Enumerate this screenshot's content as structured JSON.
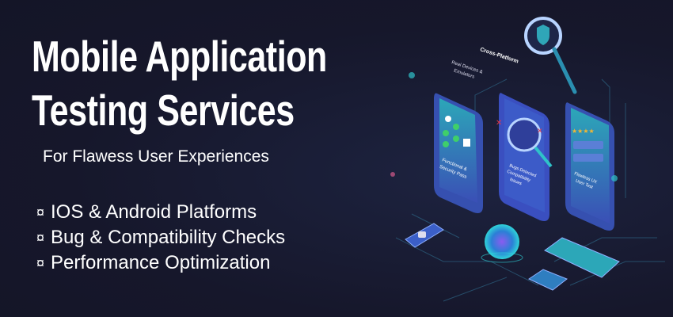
{
  "banner": {
    "title_line1": "Mobile Application",
    "title_line2": "Testing Services",
    "subtitle": "For Flawess User Experiences",
    "bullet_icon": "¤",
    "bullets": [
      "IOS & Android Platforms",
      "Bug & Compatibility Checks",
      "Performance Optimization"
    ]
  },
  "illustration": {
    "label_cross_platform": "Cross-Platform",
    "label_devices_line1": "Real Devices &",
    "label_devices_line2": "Emulators",
    "phone1_line1": "Functional &",
    "phone1_line2": "Security Pass",
    "phone2_line1": "Bugs Detected",
    "phone2_line2": "Compatibility",
    "phone2_line3": "Issues",
    "phone3_line1": "Flawless UX",
    "phone3_line2": "User Test"
  },
  "colors": {
    "background": "#17182d",
    "text": "#ffffff",
    "phone": "#3a56b8",
    "accent_teal": "#2fc2c9",
    "check_green": "#3fcf6a",
    "bug_red": "#e0374b",
    "star": "#f5b732"
  }
}
